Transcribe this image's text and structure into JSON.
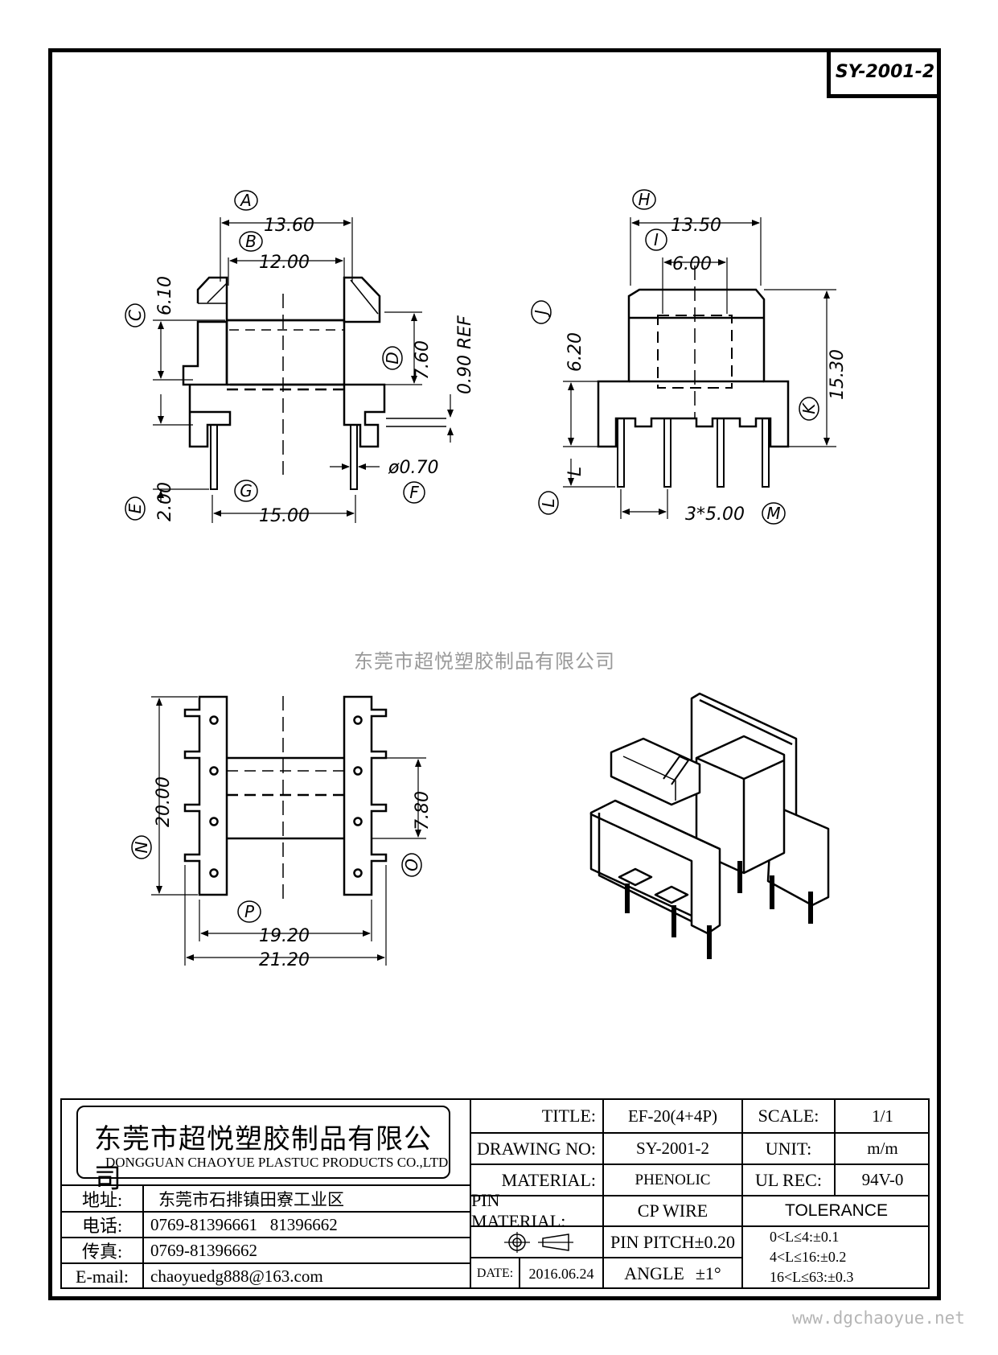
{
  "drawing_number": "SY-2001-2",
  "watermark": "东莞市超悦塑胶制品有限公司",
  "website": "www.dgchaoyue.net",
  "dimensions": {
    "A": "13.60",
    "B": "12.00",
    "C": "6.10",
    "D": "7.60",
    "ref": "0.90 REF",
    "E": "2.00",
    "F": "ø0.70",
    "G": "15.00",
    "H": "13.50",
    "I": "6.00",
    "J": "6.20",
    "K": "15.30",
    "L": "L",
    "M": "3*5.00",
    "N": "20.00",
    "O": "7.80",
    "P1": "19.20",
    "P2": "21.20"
  },
  "callouts": [
    "A",
    "B",
    "C",
    "D",
    "E",
    "F",
    "G",
    "H",
    "I",
    "J",
    "K",
    "L",
    "M",
    "N",
    "O",
    "P"
  ],
  "title_block": {
    "company_cn": "东莞市超悦塑胶制品有限公司",
    "company_en": "DONGGUAN CHAOYUE PLASTUC PRODUCTS CO.,LTD",
    "address_label": "地址:",
    "address": "东莞市石排镇田寮工业区",
    "phone_label": "电话:",
    "phone": "0769-81396661   81396662",
    "fax_label": "传真:",
    "fax": "0769-81396662",
    "email_label": "E-mail:",
    "email": "chaoyuedg888@163.com",
    "title_label": "TITLE:",
    "title": "EF-20(4+4P)",
    "drawing_no_label": "DRAWING NO:",
    "drawing_no": "SY-2001-2",
    "material_label": "MATERIAL:",
    "material": "PHENOLIC",
    "pin_material_label": "PIN MATERIAL:",
    "pin_material": "CP WIRE",
    "date_label": "DATE:",
    "date": "2016.06.24",
    "pin_pitch": "PIN PITCH±0.20",
    "angle_label": "ANGLE",
    "angle": "±1°",
    "scale_label": "SCALE:",
    "scale": "1/1",
    "unit_label": "UNIT:",
    "unit": "m/m",
    "ul_label": "UL REC:",
    "ul": "94V-0",
    "tolerance_label": "TOLERANCE",
    "tolerances": [
      "0<L≤4:±0.1",
      "4<L≤16:±0.2",
      "16<L≤63:±0.3"
    ]
  }
}
